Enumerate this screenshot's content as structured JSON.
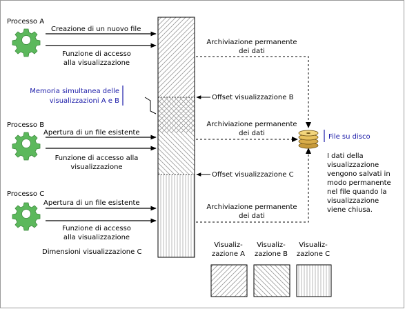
{
  "processes": [
    {
      "name": "Processo A",
      "action": "Creazione di un nuovo file",
      "access_line1": "Funzione di accesso",
      "access_line2": "alla visualizzazione"
    },
    {
      "name": "Processo B",
      "action": "Apertura di un file esistente",
      "access_line1": "Funzione di accesso alla",
      "access_line2": "visualizzazione"
    },
    {
      "name": "Processo C",
      "action": "Apertura di un file esistente",
      "access_line1": "Funzione di accesso",
      "access_line2": "alla visualizzazione"
    }
  ],
  "persist": [
    {
      "line1": "Archiviazione permanente",
      "line2": "dei dati"
    },
    {
      "line1": "Archiviazione permanente",
      "line2": "dei dati"
    },
    {
      "line1": "Archiviazione permanente",
      "line2": "dei dati"
    }
  ],
  "offset_b": "Offset visualizzazione B",
  "offset_c": "Offset visualizzazione C",
  "shared_memory": {
    "line1": "Memoria simultanea delle",
    "line2": "visualizzazioni A e B"
  },
  "size_c": "Dimensioni visualizzazione C",
  "disk_file": "File su disco",
  "disk_note": [
    "I dati della",
    "visualizzazione",
    "vengono salvati in",
    "modo permanente",
    "nel file quando la",
    "visualizzazione",
    "viene chiusa."
  ],
  "legend": [
    {
      "line1": "Visualiz-",
      "line2": "zazione A"
    },
    {
      "line1": "Visualiz-",
      "line2": "zazione B"
    },
    {
      "line1": "Visualiz-",
      "line2": "zazione C"
    }
  ],
  "colors": {
    "gear": "#5cb85c",
    "label_blue": "#1a1aa8",
    "border": "#999999"
  }
}
